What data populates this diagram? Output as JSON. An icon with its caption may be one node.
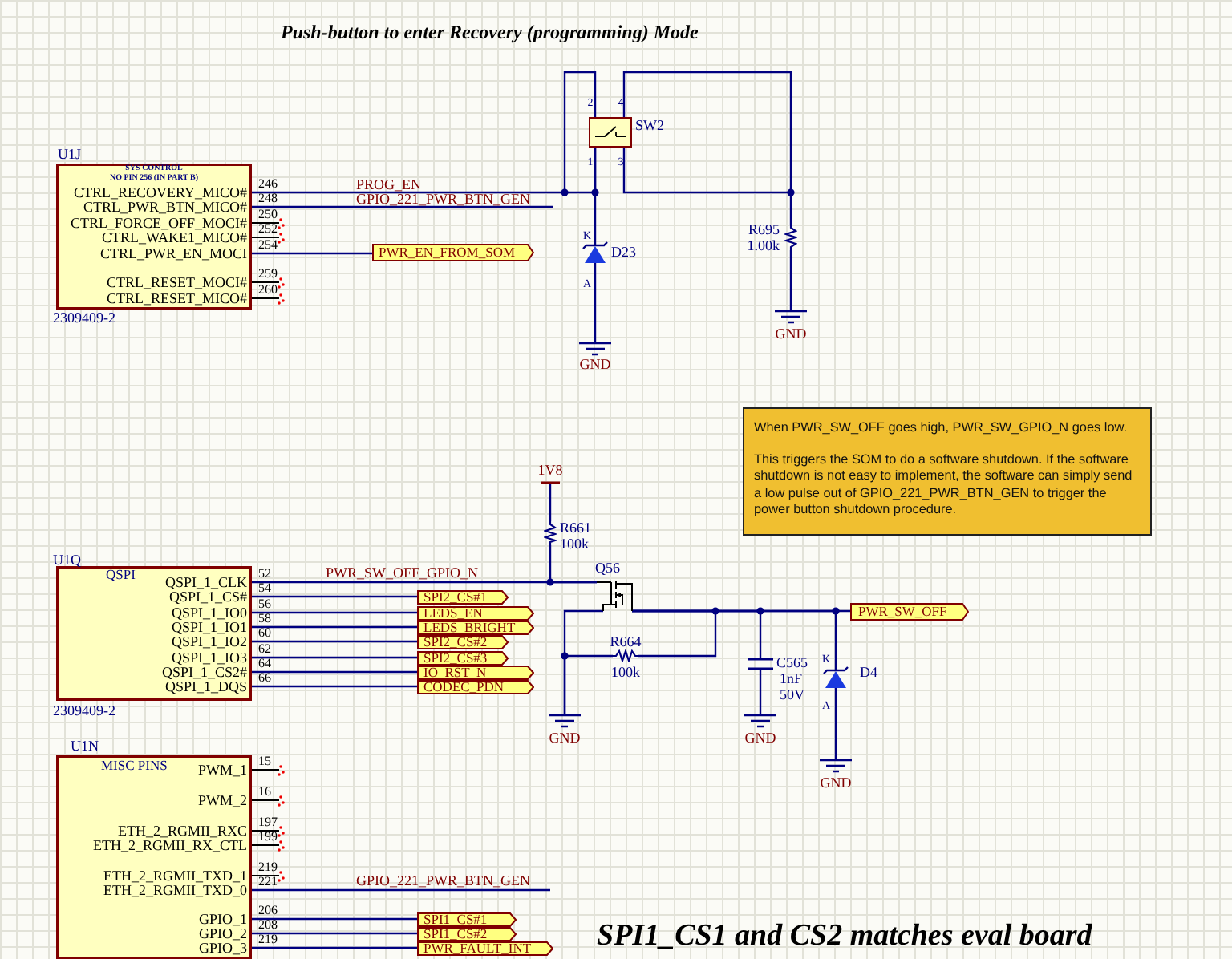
{
  "diagram": {
    "title": "Push-button to enter Recovery (programming) Mode",
    "nodes": [
      {
        "text": [
          "U1J",
          "SYS CONTROL",
          "NO PIN 256 (IN PART B)",
          "CTRL_RECOVERY_MICO#",
          "CTRL_PWR_BTN_MICO#",
          "CTRL_FORCE_OFF_MOCI#",
          "CTRL_WAKE1_MICO#",
          "CTRL_PWR_EN_MOCI",
          "CTRL_RESET_MOCI#",
          "CTRL_RESET_MICO#"
        ],
        "beside": [
          "2309409-2"
        ]
      },
      {
        "text": [
          "SW2"
        ]
      },
      {
        "text": [
          "D23"
        ]
      },
      {
        "text": [
          "GND"
        ]
      },
      {
        "text": [
          "R695",
          "1.00k"
        ]
      },
      {
        "text": [
          "GND"
        ]
      },
      {
        "text": [
          "PWR_EN_FROM_SOM"
        ]
      },
      {
        "text": [
          "When PWR_SW_OFF goes high, PWR_SW_GPIO_N goes low.",
          "This triggers the SOM to do a software shutdown. If the software shutdown is not easy to implement, the software can simply send a low pulse out of GPIO_221_PWR_BTN_GEN to trigger the power button shutdown procedure."
        ]
      },
      {
        "text": [
          "1V8"
        ]
      },
      {
        "text": [
          "R661",
          "100k"
        ]
      },
      {
        "text": [
          "U1Q",
          "QSPI",
          "QSPI_1_CLK",
          "QSPI_1_CS#",
          "QSPI_1_IO0",
          "QSPI_1_IO1",
          "QSPI_1_IO2",
          "QSPI_1_IO3",
          "QSPI_1_CS2#",
          "QSPI_1_DQS"
        ],
        "beside": [
          "2309409-2"
        ]
      },
      {
        "text": [
          "Q56"
        ]
      },
      {
        "text": [
          "SPI2_CS#1"
        ]
      },
      {
        "text": [
          "LEDS_EN"
        ]
      },
      {
        "text": [
          "LEDS_BRIGHT"
        ]
      },
      {
        "text": [
          "SPI2_CS#2"
        ]
      },
      {
        "text": [
          "SPI2_CS#3"
        ]
      },
      {
        "text": [
          "IO_RST_N"
        ]
      },
      {
        "text": [
          "CODEC_PDN"
        ]
      },
      {
        "text": [
          "R664",
          "100k"
        ]
      },
      {
        "text": [
          "GND"
        ]
      },
      {
        "text": [
          "C565",
          "1nF",
          "50V"
        ]
      },
      {
        "text": [
          "GND"
        ]
      },
      {
        "text": [
          "D4"
        ]
      },
      {
        "text": [
          "GND"
        ]
      },
      {
        "text": [
          "PWR_SW_OFF"
        ]
      },
      {
        "text": [
          "U1N",
          "MISC PINS",
          "PWM_1",
          "PWM_2",
          "ETH_2_RGMII_RXC",
          "ETH_2_RGMII_RX_CTL",
          "ETH_2_RGMII_TXD_1",
          "ETH_2_RGMII_TXD_0",
          "GPIO_1",
          "GPIO_2",
          "GPIO_3"
        ]
      },
      {
        "text": [
          "SPI1_CS#1"
        ]
      },
      {
        "text": [
          "SPI1_CS#2"
        ]
      },
      {
        "text": [
          "PWR_FAULT_INT"
        ]
      }
    ],
    "edges": [
      {
        "from": 0,
        "to": 1,
        "arrow": "none",
        "label": "PROG_EN"
      },
      {
        "from": 0,
        "to": null,
        "arrow": "none",
        "label": "GPIO_221_PWR_BTN_GEN"
      },
      {
        "from": 0,
        "to": 6,
        "arrow": "none"
      },
      {
        "from": 1,
        "to": 2,
        "arrow": "none"
      },
      {
        "from": 2,
        "to": 3,
        "arrow": "none"
      },
      {
        "from": 1,
        "to": 4,
        "arrow": "none"
      },
      {
        "from": 4,
        "to": 5,
        "arrow": "none"
      },
      {
        "from": 8,
        "to": 9,
        "arrow": "none"
      },
      {
        "from": 10,
        "to": 11,
        "arrow": "none",
        "label": "PWR_SW_OFF_GPIO_N"
      },
      {
        "from": 9,
        "to": 11,
        "arrow": "none"
      },
      {
        "from": 10,
        "to": 12,
        "arrow": "none"
      },
      {
        "from": 10,
        "to": 13,
        "arrow": "none"
      },
      {
        "from": 10,
        "to": 14,
        "arrow": "none"
      },
      {
        "from": 10,
        "to": 15,
        "arrow": "none"
      },
      {
        "from": 10,
        "to": 16,
        "arrow": "none"
      },
      {
        "from": 10,
        "to": 17,
        "arrow": "none"
      },
      {
        "from": 10,
        "to": 18,
        "arrow": "none"
      },
      {
        "from": 11,
        "to": 20,
        "arrow": "none"
      },
      {
        "from": 19,
        "to": 20,
        "arrow": "none"
      },
      {
        "from": 11,
        "to": 19,
        "arrow": "none"
      },
      {
        "from": 11,
        "to": 21,
        "arrow": "none"
      },
      {
        "from": 21,
        "to": 22,
        "arrow": "none"
      },
      {
        "from": 11,
        "to": 23,
        "arrow": "none"
      },
      {
        "from": 23,
        "to": 24,
        "arrow": "none"
      },
      {
        "from": 11,
        "to": 25,
        "arrow": "none"
      },
      {
        "from": 26,
        "to": null,
        "arrow": "none",
        "label": "GPIO_221_PWR_BTN_GEN"
      },
      {
        "from": 26,
        "to": 27,
        "arrow": "none"
      },
      {
        "from": 26,
        "to": 28,
        "arrow": "none"
      },
      {
        "from": 26,
        "to": 29,
        "arrow": "none"
      }
    ],
    "labels": [
      "246",
      "248",
      "250",
      "252",
      "254",
      "259",
      "260",
      "2",
      "4",
      "1",
      "3",
      "K",
      "A",
      "52",
      "54",
      "56",
      "58",
      "60",
      "62",
      "64",
      "66",
      "K",
      "A",
      "15",
      "16",
      "197",
      "199",
      "219",
      "221",
      "206",
      "208",
      "219",
      "SPI1_CS1 and CS2 matches eval board"
    ]
  }
}
